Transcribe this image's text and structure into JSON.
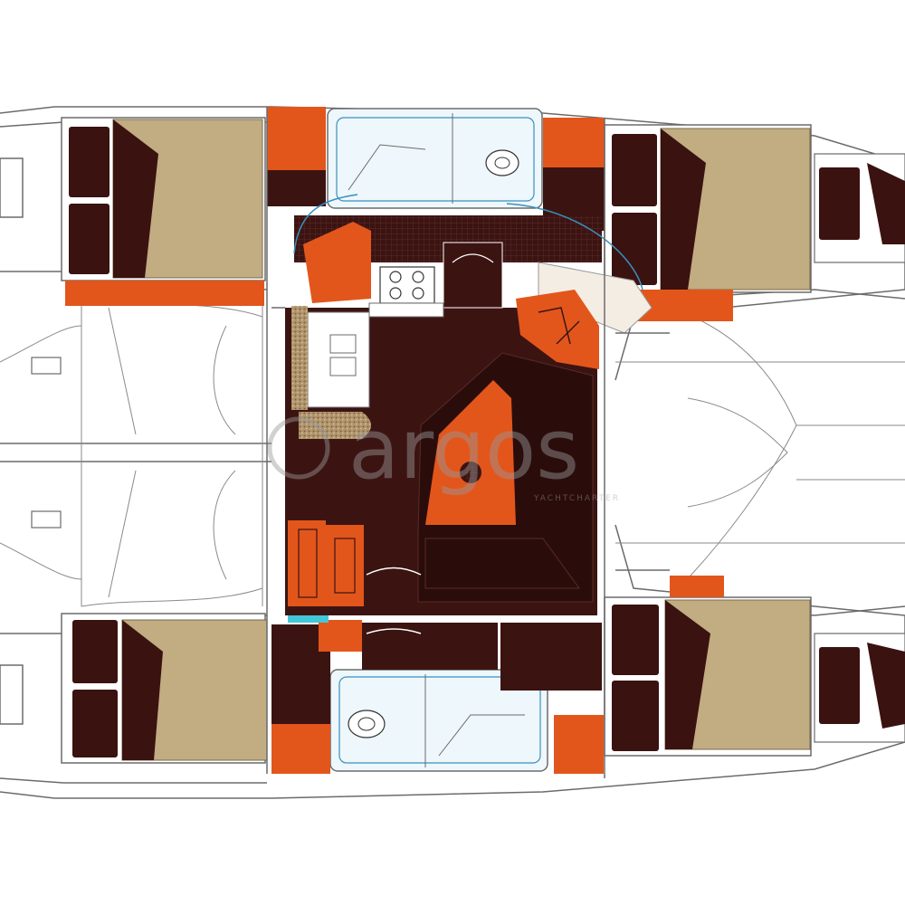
{
  "watermark": {
    "brand": "argos",
    "tagline": "YACHTCHARTER"
  },
  "colors": {
    "background": "#ffffff",
    "hull_line": "#6b6b6b",
    "bed": "#c2ac82",
    "pillow": "#3a1210",
    "dark_wood": "#3b1412",
    "orange": "#e2561c",
    "cork": "#a88a62",
    "bathroom": "#eef7fb",
    "bathroom_line": "#3a8fbf",
    "watermark": "#9a9a9a"
  },
  "icons": {
    "stove": "stove-icon",
    "toilet": "toilet-icon",
    "sink": "sink-icon",
    "table": "saloon-table",
    "hatch": "hatch-icon"
  }
}
